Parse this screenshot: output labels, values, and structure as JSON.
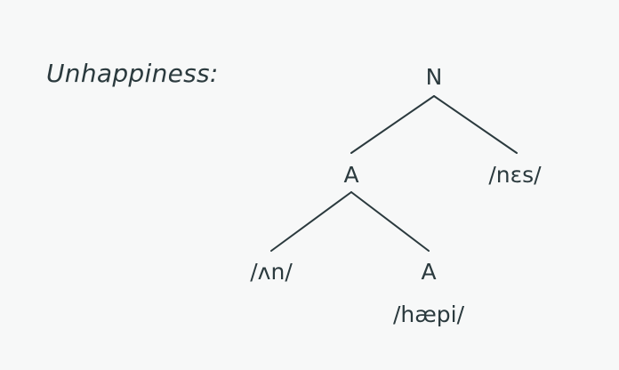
{
  "title": "Unhappiness:",
  "tree": {
    "root": "N",
    "a1": "A",
    "suffix": "/nɛs/",
    "prefix": "/ʌn/",
    "a2": "A",
    "stem": "/hæpi/"
  }
}
